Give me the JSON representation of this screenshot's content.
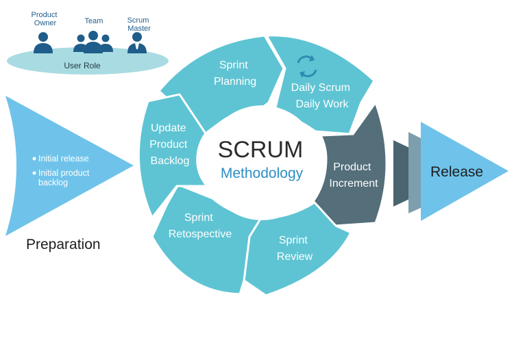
{
  "roles": {
    "product_owner": [
      "Product",
      "Owner"
    ],
    "team": [
      "Team"
    ],
    "scrum_master": [
      "Scrum",
      "Master"
    ],
    "group_label": "User Role"
  },
  "center": {
    "title": "SCRUM",
    "subtitle": "Methodology"
  },
  "cycle": {
    "sprint_planning": [
      "Sprint",
      "Planning"
    ],
    "daily_scrum": [
      "Daily Scrum",
      "Daily Work"
    ],
    "product_increment": [
      "Product",
      "Increment"
    ],
    "sprint_review": [
      "Sprint",
      "Review"
    ],
    "sprint_retrospective": [
      "Sprint",
      "Retospective"
    ],
    "update_backlog": [
      "Update",
      "Product",
      "Backlog"
    ]
  },
  "preparation": {
    "label": "Preparation",
    "items": [
      "Initial release",
      "Initial product",
      "backlog"
    ]
  },
  "release": {
    "label": "Release"
  },
  "icons": {
    "person": "person-icon",
    "group": "team-icon",
    "refresh": "refresh-icon"
  },
  "colors": {
    "teal": "#5ec4d3",
    "teal_dark": "#4fb3c3",
    "slate": "#546e7a",
    "blue_arrow": "#6fc3ea",
    "icon_blue": "#1f5d8a",
    "ellipse": "#a9dbe2",
    "methodology": "#2b8fc3"
  }
}
